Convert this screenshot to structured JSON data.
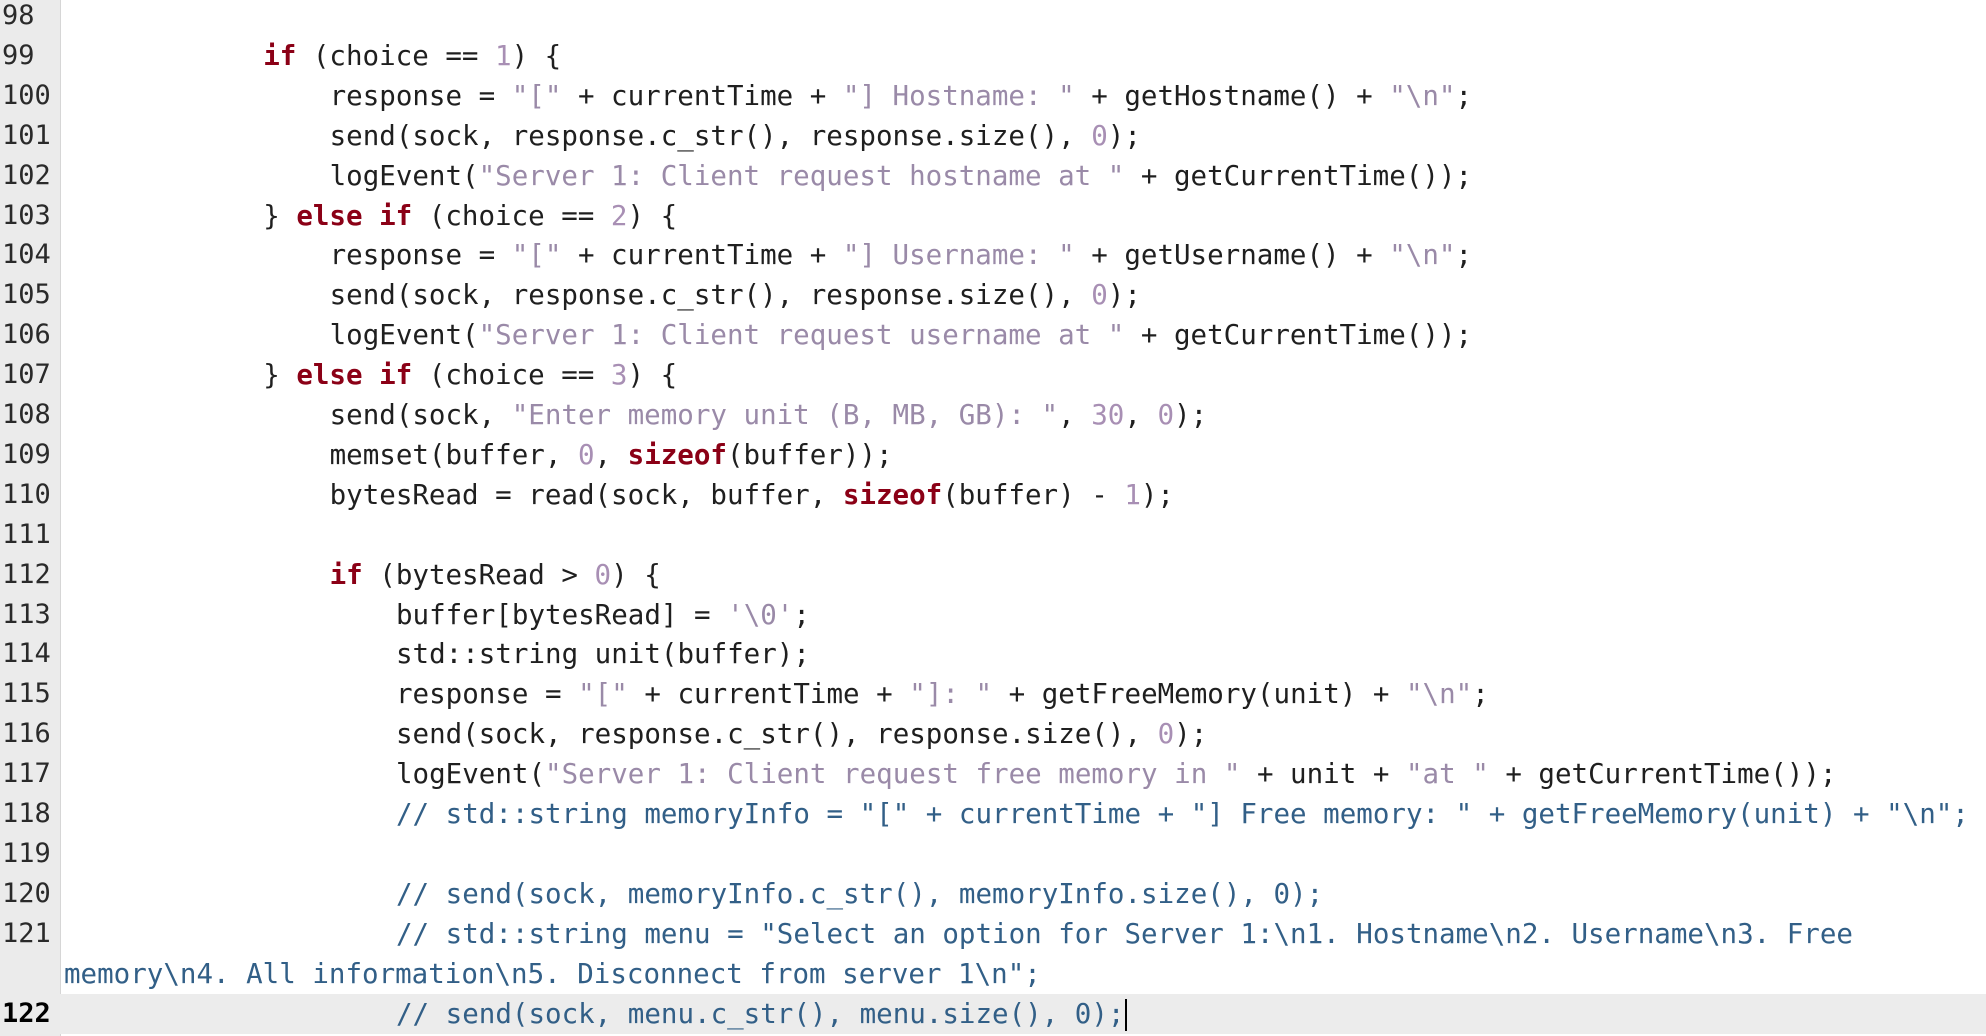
{
  "editor": {
    "current_line": 122,
    "colors": {
      "keyword": "#8b0016",
      "string": "#9a8aa8",
      "number": "#a88fb4",
      "comment": "#325f87",
      "text": "#1f1f1f",
      "gutter": "#ebebeb"
    },
    "lines": [
      {
        "num": "98",
        "indent": 0,
        "tokens": []
      },
      {
        "num": "99",
        "indent": 3,
        "tokens": [
          [
            "kw",
            "if"
          ],
          [
            "p",
            " (choice == "
          ],
          [
            "n",
            "1"
          ],
          [
            "p",
            ") {"
          ]
        ]
      },
      {
        "num": "100",
        "indent": 4,
        "tokens": [
          [
            "p",
            "response = "
          ],
          [
            "s",
            "\"[\""
          ],
          [
            "p",
            " + currentTime + "
          ],
          [
            "s",
            "\"] Hostname: \""
          ],
          [
            "p",
            " + getHostname() + "
          ],
          [
            "s",
            "\"\\n\""
          ],
          [
            "p",
            ";"
          ]
        ]
      },
      {
        "num": "101",
        "indent": 4,
        "tokens": [
          [
            "p",
            "send(sock, response.c_str(), response.size(), "
          ],
          [
            "n",
            "0"
          ],
          [
            "p",
            ");"
          ]
        ]
      },
      {
        "num": "102",
        "indent": 4,
        "tokens": [
          [
            "p",
            "logEvent("
          ],
          [
            "s",
            "\"Server 1: Client request hostname at \""
          ],
          [
            "p",
            " + getCurrentTime());"
          ]
        ]
      },
      {
        "num": "103",
        "indent": 3,
        "tokens": [
          [
            "p",
            "} "
          ],
          [
            "kw",
            "else if"
          ],
          [
            "p",
            " (choice == "
          ],
          [
            "n",
            "2"
          ],
          [
            "p",
            ") {"
          ]
        ]
      },
      {
        "num": "104",
        "indent": 4,
        "tokens": [
          [
            "p",
            "response = "
          ],
          [
            "s",
            "\"[\""
          ],
          [
            "p",
            " + currentTime + "
          ],
          [
            "s",
            "\"] Username: \""
          ],
          [
            "p",
            " + getUsername() + "
          ],
          [
            "s",
            "\"\\n\""
          ],
          [
            "p",
            ";"
          ]
        ]
      },
      {
        "num": "105",
        "indent": 4,
        "tokens": [
          [
            "p",
            "send(sock, response.c_str(), response.size(), "
          ],
          [
            "n",
            "0"
          ],
          [
            "p",
            ");"
          ]
        ]
      },
      {
        "num": "106",
        "indent": 4,
        "tokens": [
          [
            "p",
            "logEvent("
          ],
          [
            "s",
            "\"Server 1: Client request username at \""
          ],
          [
            "p",
            " + getCurrentTime());"
          ]
        ]
      },
      {
        "num": "107",
        "indent": 3,
        "tokens": [
          [
            "p",
            "} "
          ],
          [
            "kw",
            "else if"
          ],
          [
            "p",
            " (choice == "
          ],
          [
            "n",
            "3"
          ],
          [
            "p",
            ") {"
          ]
        ]
      },
      {
        "num": "108",
        "indent": 4,
        "tokens": [
          [
            "p",
            "send(sock, "
          ],
          [
            "s",
            "\"Enter memory unit (B, MB, GB): \""
          ],
          [
            "p",
            ", "
          ],
          [
            "n",
            "30"
          ],
          [
            "p",
            ", "
          ],
          [
            "n",
            "0"
          ],
          [
            "p",
            ");"
          ]
        ]
      },
      {
        "num": "109",
        "indent": 4,
        "tokens": [
          [
            "p",
            "memset(buffer, "
          ],
          [
            "n",
            "0"
          ],
          [
            "p",
            ", "
          ],
          [
            "kw",
            "sizeof"
          ],
          [
            "p",
            "(buffer));"
          ]
        ]
      },
      {
        "num": "110",
        "indent": 4,
        "tokens": [
          [
            "p",
            "bytesRead = read(sock, buffer, "
          ],
          [
            "kw",
            "sizeof"
          ],
          [
            "p",
            "(buffer) - "
          ],
          [
            "n",
            "1"
          ],
          [
            "p",
            ");"
          ]
        ]
      },
      {
        "num": "111",
        "indent": 0,
        "tokens": []
      },
      {
        "num": "112",
        "indent": 4,
        "tokens": [
          [
            "kw",
            "if"
          ],
          [
            "p",
            " (bytesRead > "
          ],
          [
            "n",
            "0"
          ],
          [
            "p",
            ") {"
          ]
        ]
      },
      {
        "num": "113",
        "indent": 5,
        "tokens": [
          [
            "p",
            "buffer[bytesRead] = "
          ],
          [
            "s",
            "'\\0'"
          ],
          [
            "p",
            ";"
          ]
        ]
      },
      {
        "num": "114",
        "indent": 5,
        "tokens": [
          [
            "p",
            "std::string unit(buffer);"
          ]
        ]
      },
      {
        "num": "115",
        "indent": 5,
        "tokens": [
          [
            "p",
            "response = "
          ],
          [
            "s",
            "\"[\""
          ],
          [
            "p",
            " + currentTime + "
          ],
          [
            "s",
            "\"]: \""
          ],
          [
            "p",
            " + getFreeMemory(unit) + "
          ],
          [
            "s",
            "\"\\n\""
          ],
          [
            "p",
            ";"
          ]
        ]
      },
      {
        "num": "116",
        "indent": 5,
        "tokens": [
          [
            "p",
            "send(sock, response.c_str(), response.size(), "
          ],
          [
            "n",
            "0"
          ],
          [
            "p",
            ");"
          ]
        ]
      },
      {
        "num": "117",
        "indent": 5,
        "tokens": [
          [
            "p",
            "logEvent("
          ],
          [
            "s",
            "\"Server 1: Client request free memory in \""
          ],
          [
            "p",
            " + unit + "
          ],
          [
            "s",
            "\"at \""
          ],
          [
            "p",
            " + getCurrentTime());"
          ]
        ]
      },
      {
        "num": "118",
        "indent": 5,
        "tokens": [
          [
            "c",
            "// std::string memoryInfo = \"[\" + currentTime + \"] Free memory: \" + getFreeMemory(unit) + \"\\n\";"
          ]
        ]
      },
      {
        "num": "119",
        "indent": 0,
        "tokens": []
      },
      {
        "num": "120",
        "indent": 5,
        "tokens": [
          [
            "c",
            "// send(sock, memoryInfo.c_str(), memoryInfo.size(), 0);"
          ]
        ]
      },
      {
        "num": "121",
        "indent": 5,
        "tokens": [
          [
            "c",
            "// std::string menu = \"Select an option for Server 1:\\n1. Hostname\\n2. Username\\n3. Free"
          ]
        ]
      },
      {
        "num": "",
        "indent": 0,
        "tokens": [
          [
            "c",
            "memory\\n4. All information\\n5. Disconnect from server 1\\n\";"
          ]
        ]
      },
      {
        "num": "122",
        "indent": 5,
        "tokens": [
          [
            "c",
            "// send(sock, menu.c_str(), menu.size(), 0);"
          ]
        ],
        "caret": true
      }
    ]
  }
}
